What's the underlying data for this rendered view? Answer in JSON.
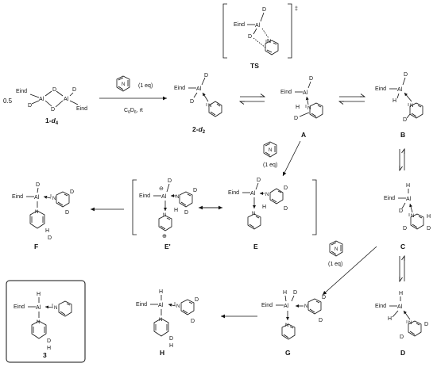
{
  "labels": {
    "ts": "TS",
    "ts_mark": "‡",
    "one_d4_a": "1-",
    "one_d4_b": "d",
    "one_d4_c": "4",
    "two_d2_a": "2-",
    "two_d2_b": "d",
    "two_d2_c": "2",
    "A": "A",
    "B": "B",
    "C": "C",
    "D": "D",
    "E": "E",
    "E_prime": "E'",
    "F": "F",
    "G": "G",
    "H": "H",
    "three": "3"
  },
  "atoms": {
    "Al": "Al",
    "N": "N",
    "D": "D",
    "H": "H",
    "Eind": "Eind",
    "minus": "⊖",
    "plus": "⊕"
  },
  "text": {
    "coefficient": "0.5",
    "eq": "(1 eq)",
    "solvent_a": "C",
    "solvent_b": "6",
    "solvent_c": "D",
    "solvent_d": "6",
    "solvent_e": ", rt"
  },
  "colors": {
    "ink": "#111111",
    "background": "#ffffff"
  }
}
